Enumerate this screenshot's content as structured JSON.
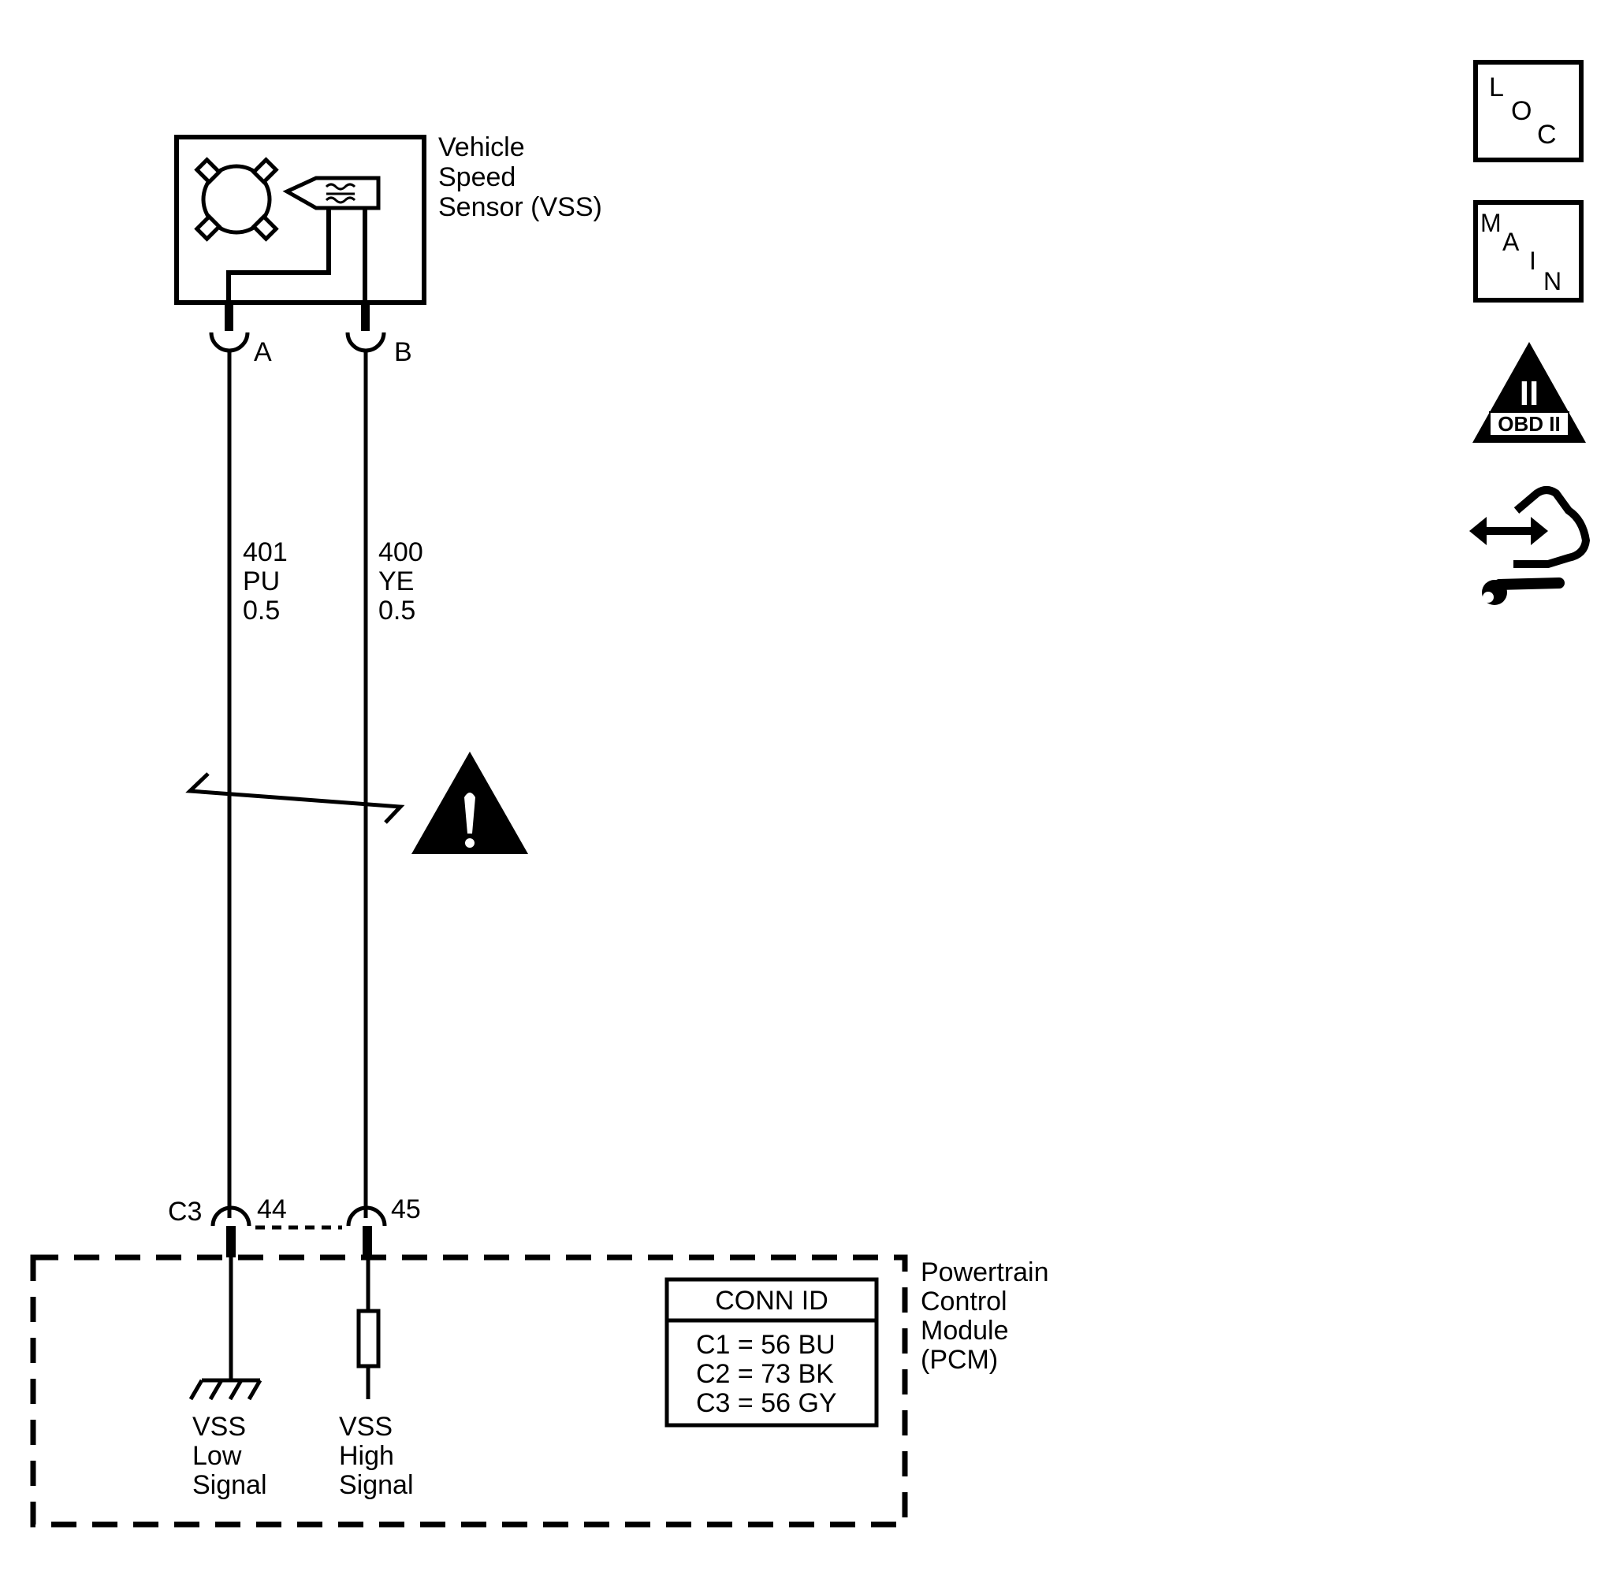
{
  "sensor": {
    "name_lines": [
      "Vehicle",
      "Speed",
      "Sensor (VSS)"
    ],
    "pin_a": "A",
    "pin_b": "B"
  },
  "circuits": [
    {
      "number": "401",
      "color": "PU",
      "gauge": "0.5"
    },
    {
      "number": "400",
      "color": "YE",
      "gauge": "0.5"
    }
  ],
  "pcm": {
    "connector": "C3",
    "pin_low": "44",
    "pin_high": "45",
    "name_lines": [
      "Powertrain",
      "Control",
      "Module",
      "(PCM)"
    ],
    "low_signal_lines": [
      "VSS",
      "Low",
      "Signal"
    ],
    "high_signal_lines": [
      "VSS",
      "High",
      "Signal"
    ]
  },
  "conn_id": {
    "title": "CONN ID",
    "rows": [
      "C1 = 56 BU",
      "C2 = 73 BK",
      "C3 = 56 GY"
    ]
  },
  "nav": {
    "loc": [
      "L",
      "O",
      "C"
    ],
    "main": [
      "M",
      "A",
      "I",
      "N"
    ],
    "obd_numeral": "II",
    "obd_label": "OBD II",
    "icons": [
      "loc-icon",
      "main-icon",
      "obd-ii-icon",
      "component-view-icon"
    ]
  },
  "warning_icon": "caution-icon"
}
